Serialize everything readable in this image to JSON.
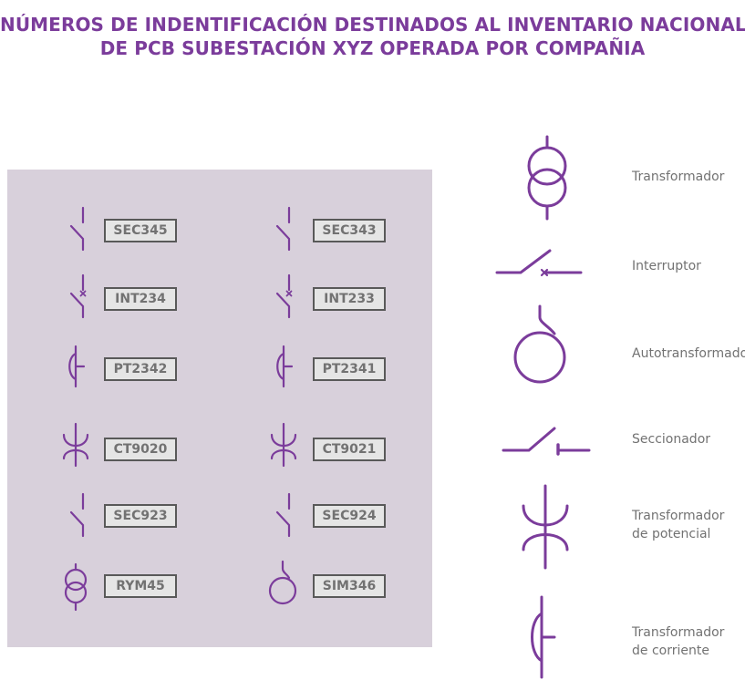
{
  "title": {
    "line1": "NÚMEROS DE INDENTIFICACIÓN DESTINADOS AL INVENTARIO NACIONAL",
    "line2": "DE PCB SUBESTACIÓN XYZ OPERADA POR COMPAÑIA"
  },
  "colors": {
    "accent": "#7B3C9B",
    "panel": "#D8D0DB",
    "tag_border": "#595959",
    "tag_fill": "#E5E5E5",
    "text_gray": "#727272"
  },
  "equipment": [
    {
      "left_tag": "SEC345",
      "left_icon": "seccionador-icon",
      "right_tag": "SEC343",
      "right_icon": "seccionador-icon"
    },
    {
      "left_tag": "INT234",
      "left_icon": "interruptor-icon",
      "right_tag": "INT233",
      "right_icon": "interruptor-icon"
    },
    {
      "left_tag": "PT2342",
      "left_icon": "transformador-corriente-icon",
      "right_tag": "PT2341",
      "right_icon": "transformador-corriente-icon"
    },
    {
      "left_tag": "CT9020",
      "left_icon": "transformador-potencial-icon",
      "right_tag": "CT9021",
      "right_icon": "transformador-potencial-icon"
    },
    {
      "left_tag": "SEC923",
      "left_icon": "seccionador-icon",
      "right_tag": "SEC924",
      "right_icon": "seccionador-icon"
    },
    {
      "left_tag": "RYM45",
      "left_icon": "transformador-icon",
      "right_tag": "SIM346",
      "right_icon": "autotransformador-icon"
    }
  ],
  "legend": [
    {
      "icon": "transformador-icon",
      "label": "Transformador"
    },
    {
      "icon": "interruptor-icon",
      "label": "Interruptor"
    },
    {
      "icon": "autotransformador-icon",
      "label": "Autotransformador"
    },
    {
      "icon": "seccionador-icon",
      "label": "Seccionador"
    },
    {
      "icon": "transformador-potencial-icon",
      "label_line1": "Transformador",
      "label_line2": "de potencial"
    },
    {
      "icon": "transformador-corriente-icon",
      "label_line1": "Transformador",
      "label_line2": "de corriente"
    }
  ]
}
